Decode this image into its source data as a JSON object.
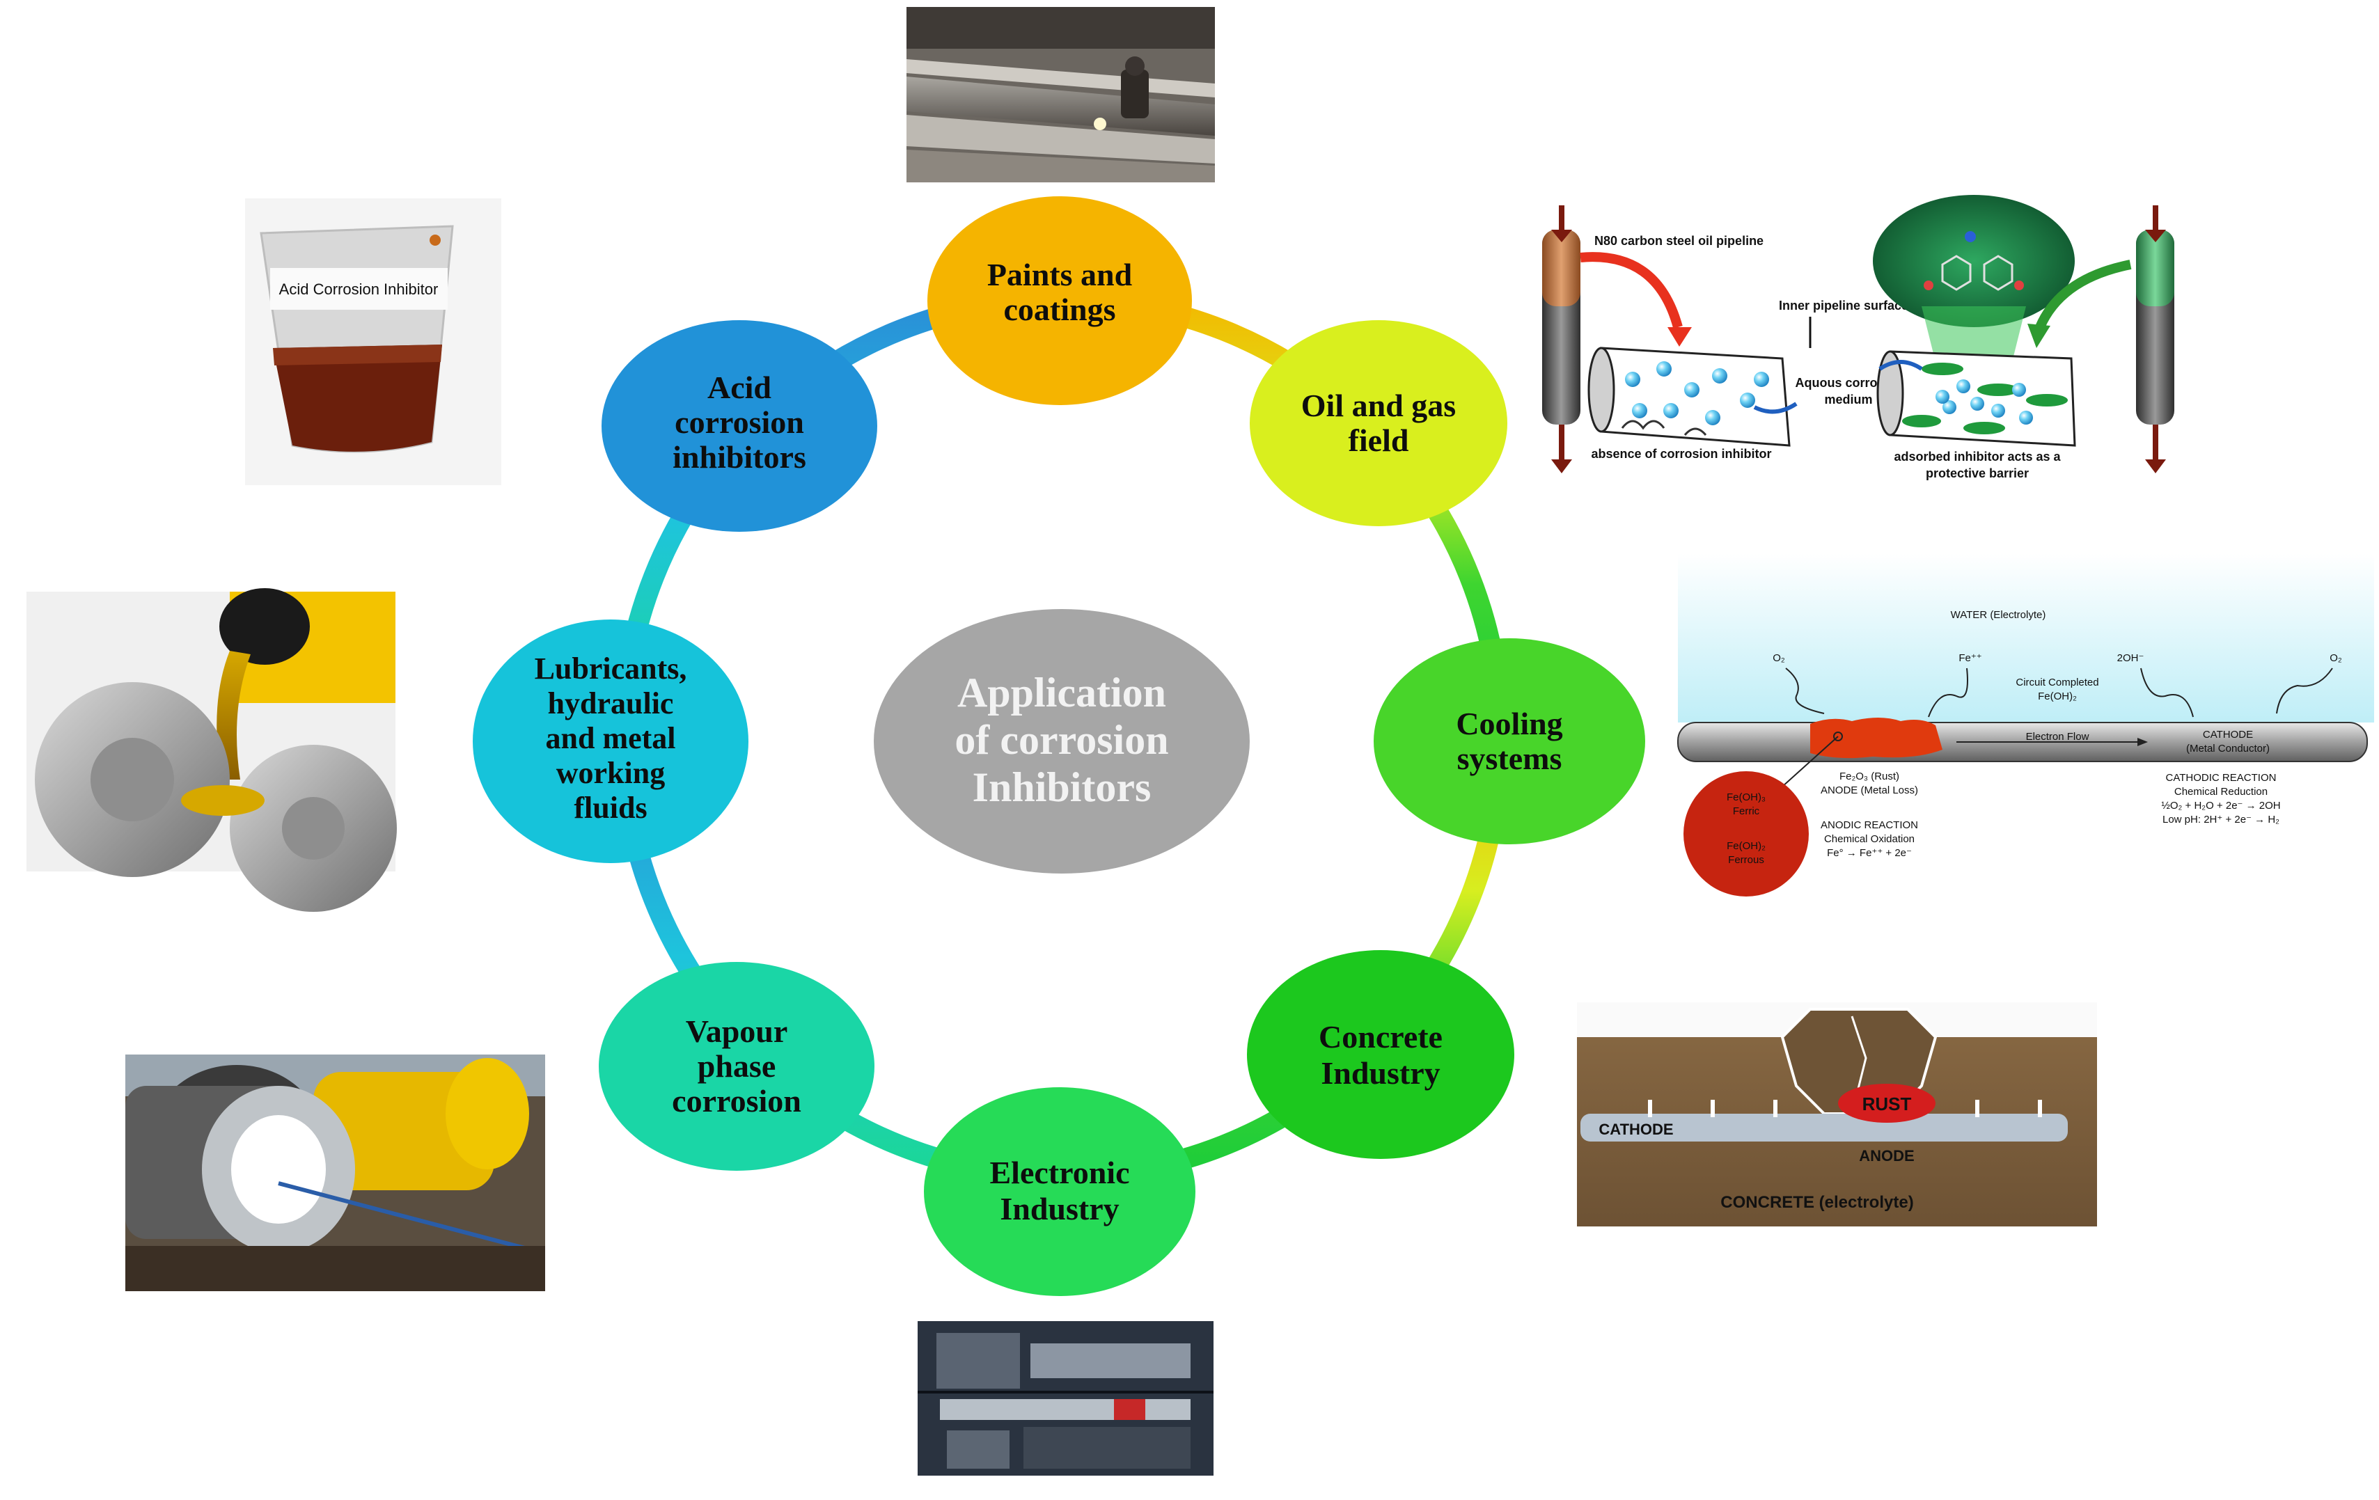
{
  "center": {
    "line1": "Application",
    "line2": "of corrosion",
    "line3": "Inhibitors"
  },
  "nodes": {
    "paints": {
      "line1": "Paints and",
      "line2": "coatings",
      "color": "#f5b400"
    },
    "oilgas": {
      "line1": "Oil and gas",
      "line2": "field",
      "color": "#d9ef1e"
    },
    "cooling": {
      "line1": "Cooling",
      "line2": "systems",
      "color": "#48d52a"
    },
    "concrete": {
      "line1": "Concrete",
      "line2": "Industry",
      "color": "#1cc81e"
    },
    "electronic": {
      "line1": "Electronic",
      "line2": "Industry",
      "color": "#26db57"
    },
    "vapour": {
      "line1": "Vapour",
      "line2": "phase",
      "line3": "corrosion",
      "color": "#1ad6a6"
    },
    "lubricants": {
      "line1": "Lubricants,",
      "line2": "hydraulic",
      "line3": "and metal",
      "line4": "working",
      "line5": "fluids",
      "color": "#16c3da"
    },
    "acid": {
      "line1": "Acid",
      "line2": "corrosion",
      "line3": "inhibitors",
      "color": "#2192d8"
    }
  },
  "pipeline_diagram": {
    "title": "N80 carbon steel oil  pipeline",
    "inner_surface": "Inner pipeline surface",
    "medium_line1": "Aquous corrosive",
    "medium_line2": "medium",
    "absence": "absence of corrosion inhibitor",
    "adsorbed_line1": "adsorbed inhibitor acts as a",
    "adsorbed_line2": "protective barrier"
  },
  "electro_diagram": {
    "water": "WATER (Electrolyte)",
    "o2_left": "O₂",
    "fe_ion": "Fe⁺⁺",
    "oh_ion": "2OH⁻",
    "o2_right": "O₂",
    "circuit_line1": "Circuit Completed",
    "circuit_line2": "Fe(OH)₂",
    "electron_flow": "Electron Flow",
    "cathode_line1": "CATHODE",
    "cathode_line2": "(Metal Conductor)",
    "rust_line1": "Fe₂O₃ (Rust)",
    "rust_line2": "ANODE (Metal Loss)",
    "ferric_formula": "Fe(OH)₃",
    "ferric": "Ferric",
    "ferrous_formula": "Fe(OH)₂",
    "ferrous": "Ferrous",
    "anodic_line1": "ANODIC REACTION",
    "anodic_line2": "Chemical Oxidation",
    "anodic_line3": "Fe° → Fe⁺⁺ + 2e⁻",
    "cathodic_line1": "CATHODIC REACTION",
    "cathodic_line2": "Chemical Reduction",
    "cathodic_line3": "½O₂ + H₂O + 2e⁻ → 2OH",
    "cathodic_line4": "Low pH: 2H⁺ + 2e⁻ → H₂"
  },
  "concrete_photo": {
    "rust": "RUST",
    "anode": "ANODE",
    "cathode": "CATHODE",
    "concrete": "CONCRETE (electrolyte)"
  },
  "beaker_label": "Acid Corrosion Inhibitor"
}
